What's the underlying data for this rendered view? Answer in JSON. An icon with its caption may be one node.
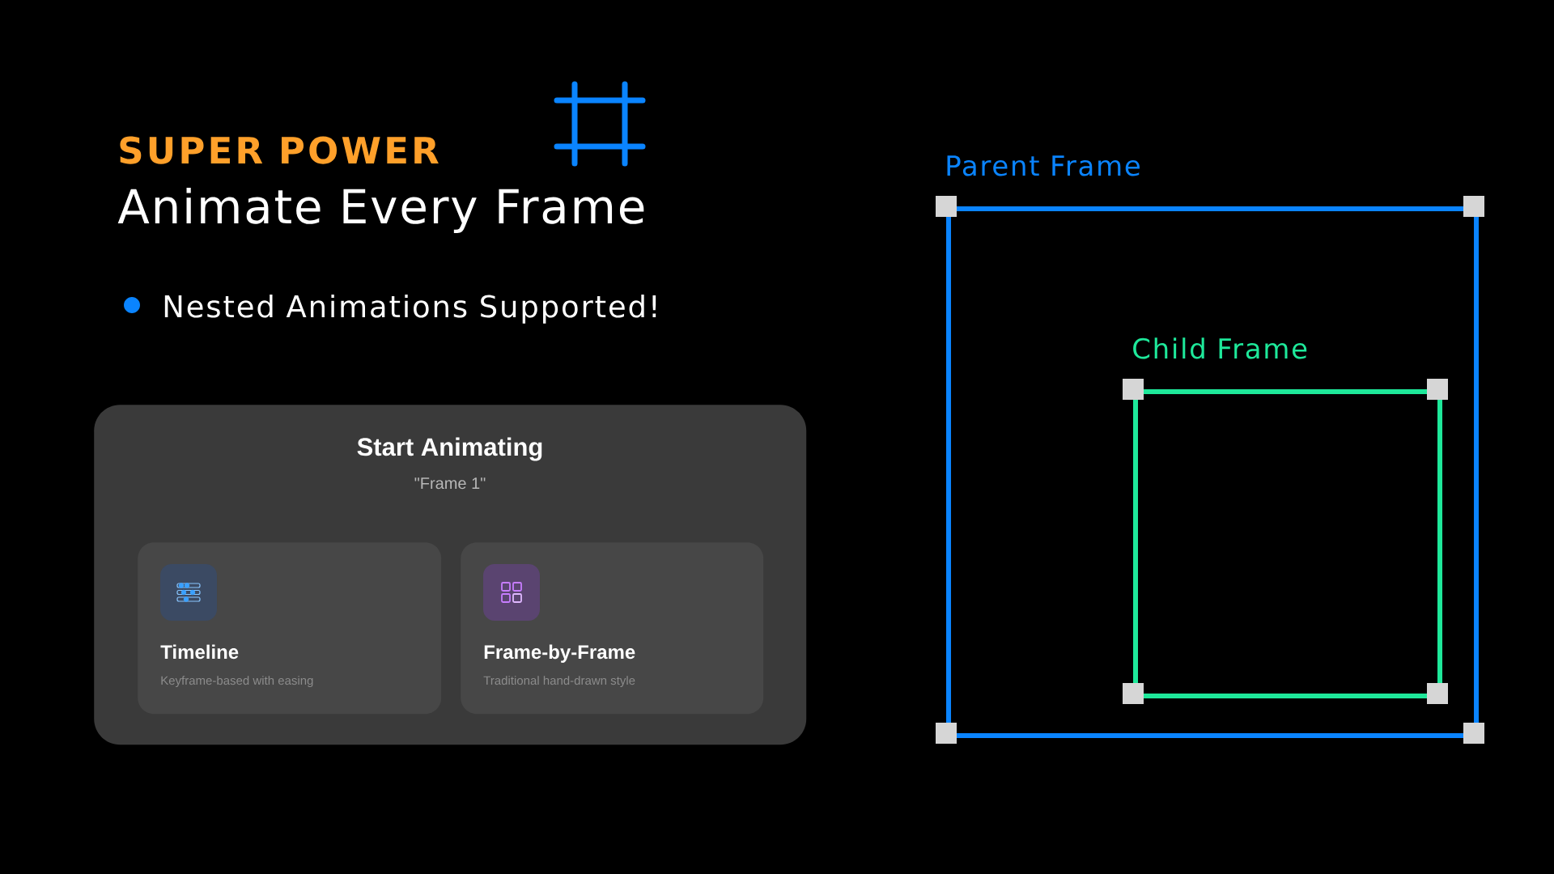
{
  "diagram": {
    "title": "Animate Every Frame",
    "nodes": [
      {
        "text": [
          "Start Animating",
          "\"Frame 1\""
        ]
      },
      {
        "text": [
          "Timeline",
          "Keyframe-based with easing"
        ],
        "in": 0
      },
      {
        "text": [
          "Frame-by-Frame",
          "Traditional hand-drawn style"
        ],
        "in": 0
      },
      {
        "text": [
          "Parent Frame"
        ]
      },
      {
        "text": [
          "Child Frame"
        ],
        "in": 3
      }
    ],
    "labels": [
      "SUPER POWER",
      "Nested Animations Supported!"
    ]
  }
}
